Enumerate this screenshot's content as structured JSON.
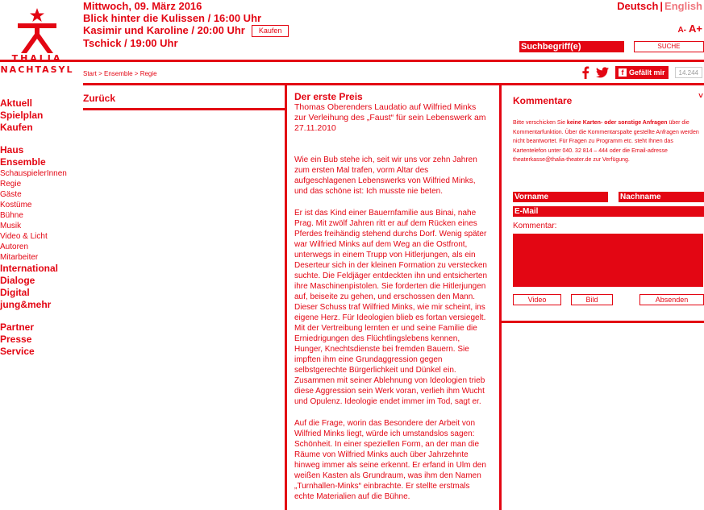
{
  "logo": {
    "line1": "THALIA",
    "line2": "NACHTASYL"
  },
  "events": [
    {
      "text": "Mittwoch, 09. März 2016"
    },
    {
      "text": "Blick hinter die Kulissen / 16:00 Uhr"
    },
    {
      "text": "Kasimir und Karoline / 20:00 Uhr",
      "button": "Kaufen"
    },
    {
      "text": "Tschick / 19:00 Uhr"
    }
  ],
  "lang": {
    "de": "Deutsch",
    "sep": "|",
    "en": "English"
  },
  "fontsize": {
    "small": "A-",
    "large": "A+"
  },
  "search": {
    "placeholder": "Suchbegriff(e)",
    "button": "SUCHE"
  },
  "breadcrumb": "Start > Ensemble > Regie",
  "social": {
    "like": "Gefällt mir",
    "count": "14.244"
  },
  "sidebar": {
    "group1": [
      "Aktuell",
      "Spielplan",
      "Kaufen"
    ],
    "group2_head": [
      "Haus",
      "Ensemble"
    ],
    "group2_sub": [
      "SchauspielerInnen",
      "Regie",
      "Gäste",
      "Kostüme",
      "Bühne",
      "Musik",
      "Video & Licht",
      "Autoren",
      "Mitarbeiter"
    ],
    "group2_tail": [
      "International",
      "Dialoge",
      "Digital",
      "jung&mehr"
    ],
    "group3": [
      "Partner",
      "Presse",
      "Service"
    ]
  },
  "back": "Zurück",
  "article": {
    "title": "Der erste Preis",
    "subtitle": "Thomas Oberenders Laudatio auf Wilfried Minks zur Verleihung des „Faust“ für sein Lebenswerk am 27.11.2010",
    "paragraphs": [
      "Wie ein Bub stehe ich, seit wir uns vor zehn Jahren zum ersten Mal trafen, vorm Altar des aufgeschlagenen Lebenswerks von Wilfried Minks, und das schöne ist: Ich musste nie beten.",
      "Er ist das Kind einer Bauernfamilie aus Binai, nahe Prag. Mit zwölf Jahren ritt er auf dem Rücken eines Pferdes freihändig stehend durchs Dorf. Wenig später war Wilfried Minks auf dem Weg an die Ostfront, unterwegs in einem Trupp von Hitlerjungen, als ein Deserteur sich in der kleinen Formation zu verstecken suchte. Die Feldjäger entdeckten ihn und entsicherten ihre Maschinenpistolen. Sie forderten die Hitlerjungen auf, beiseite zu gehen, und erschossen den Mann. Dieser Schuss traf Wilfried Minks, wie mir scheint, ins eigene Herz. Für Ideologien blieb es fortan versiegelt. Mit der Vertreibung lernten er und seine Familie die Erniedrigungen des Flüchtlingslebens kennen, Hunger, Knechtsdienste bei fremden Bauern. Sie impften ihm eine Grundaggression gegen selbstgerechte Bürgerlichkeit und Dünkel ein. Zusammen mit seiner Ablehnung von Ideologien trieb diese Aggression sein Werk voran, verlieh ihm Wucht und Opulenz. Ideologie endet immer im Tod, sagt er.",
      "Auf die Frage, worin das Besondere der Arbeit von Wilfried Minks liegt, würde ich umstandslos sagen: Schönheit. In einer speziellen Form, an der man die Räume von Wilfried Minks auch über Jahrzehnte hinweg immer als seine erkennt. Er erfand in Ulm den weißen Kasten als Grundraum, was ihm den Namen „Turnhallen-Minks“ einbrachte. Er stellte erstmals echte Materialien auf die Bühne."
    ]
  },
  "comments": {
    "heading": "Kommentare",
    "chevron": "˅",
    "info_pre": "Bitte verschicken Sie ",
    "info_bold": "keine Karten- oder sonstige Anfragen",
    "info_post": " über die Kommentarfunktion. Über die Kommentarspalte gestellte Anfragen werden nicht beantwortet. Für Fragen zu Programm etc. steht Ihnen das Kartentelefon unter 040. 32 814 – 444 oder die Email-adresse theaterkasse@thalia-theater.de zur Verfügung.",
    "vorname": "Vorname",
    "nachname": "Nachname",
    "email": "E-Mail",
    "kommentar": "Kommentar:",
    "btn_video": "Video",
    "btn_bild": "Bild",
    "btn_send": "Absenden"
  },
  "colors": {
    "accent": "#e30613"
  }
}
